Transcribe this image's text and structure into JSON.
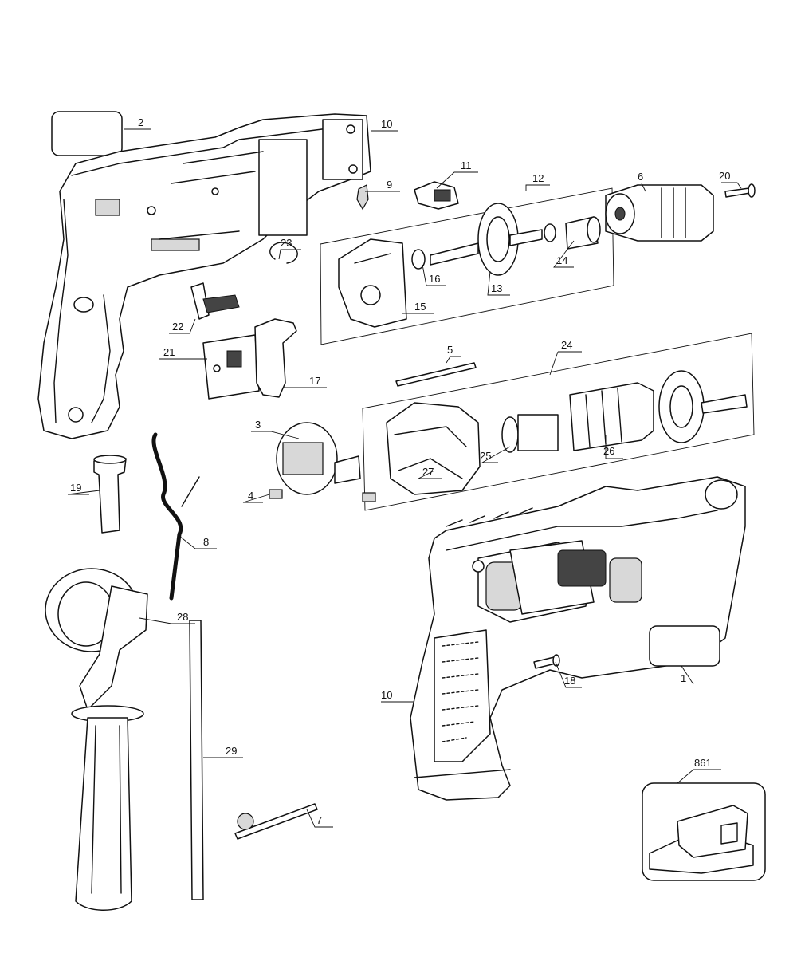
{
  "diagram": {
    "callouts": {
      "c1": "1",
      "c2": "2",
      "c3": "3",
      "c4": "4",
      "c5": "5",
      "c6": "6",
      "c7": "7",
      "c8": "8",
      "c9": "9",
      "c10a": "10",
      "c10b": "10",
      "c11": "11",
      "c12": "12",
      "c13": "13",
      "c14": "14",
      "c15": "15",
      "c16": "16",
      "c17": "17",
      "c18": "18",
      "c19": "19",
      "c20": "20",
      "c21": "21",
      "c22": "22",
      "c23": "23",
      "c24": "24",
      "c25": "25",
      "c26": "26",
      "c27": "27",
      "c28": "28",
      "c29": "29",
      "c861": "861"
    }
  }
}
